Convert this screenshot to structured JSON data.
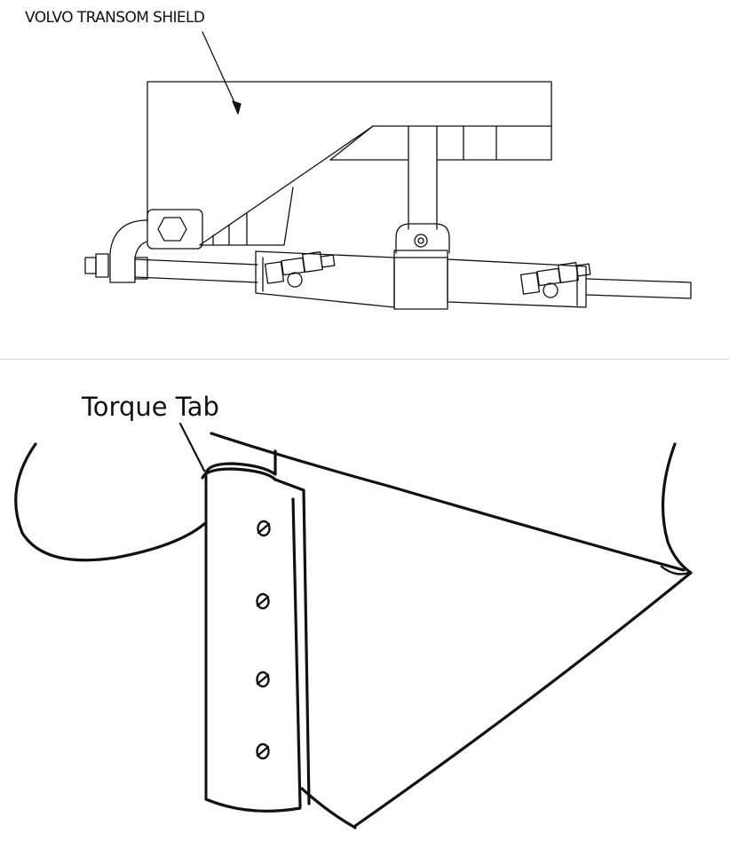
{
  "top_figure": {
    "callout": "VOLVO TRANSOM SHIELD"
  },
  "bottom_figure": {
    "callout": "Torque Tab",
    "screw_count": 4
  },
  "colors": {
    "line": "#111111",
    "background": "#ffffff",
    "divider": "#d9d9d9"
  }
}
